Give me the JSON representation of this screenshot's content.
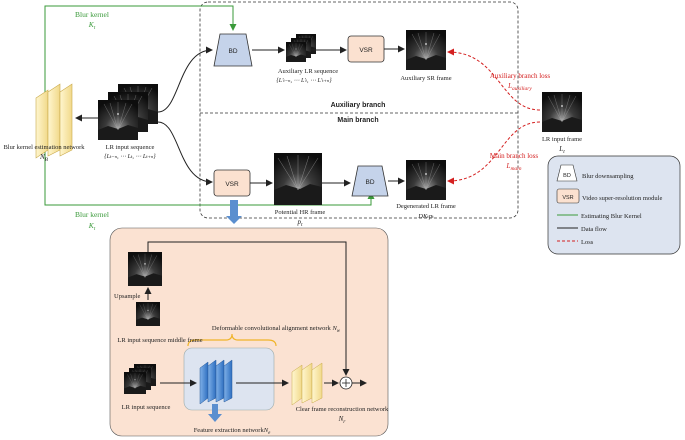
{
  "auxiliary": {
    "blur_kernel_label": "Blur kernel",
    "blur_kernel_sym": "K",
    "blur_kernel_sub": "t",
    "bd_label": "BD",
    "aux_lr_seq_label": "Auxiliary LR sequence",
    "aux_lr_seq_formula": "{L'ₜ₋ₙ, ⋯ L'ₜ, ⋯ L'ₜ₊ₙ}",
    "vsr_label": "VSR",
    "aux_sr_frame_label": "Auxiliary SR frame",
    "branch_title": "Auxiliary branch",
    "loss_label": "Auxiliary branch loss",
    "loss_sym": "L",
    "loss_sub": "auxiliary"
  },
  "main": {
    "branch_title": "Main branch",
    "blur_est_label": "Blur kernel estimation network",
    "blur_est_sym": "N",
    "blur_est_sub": "B",
    "lr_input_seq_label": "LR input sequence",
    "lr_input_seq_formula": "{Lₜ₋ₙ, ⋯ Lₜ, ⋯ Lₜ₊ₙ}",
    "vsr_label": "VSR",
    "potential_hr_label": "Potential HR frame",
    "potential_hr_sym": "p",
    "potential_hr_sub": "t",
    "bd_label": "BD",
    "degenerated_lr_label": "Degenerated LR frame",
    "degenerated_lr_formula": "DKₜpₜ",
    "blur_kernel_label": "Blur kernel",
    "blur_kernel_sym": "K",
    "blur_kernel_sub": "t",
    "loss_label": "Main branch loss",
    "loss_sym": "L",
    "loss_sub": "main",
    "lr_input_frame_label": "LR input frame",
    "lr_input_frame_sym": "L",
    "lr_input_frame_sub": "t"
  },
  "legend": {
    "bd_short": "BD",
    "bd_label": "Blur downsampling",
    "vsr_short": "VSR",
    "vsr_label": "Video super-resolution module",
    "estimating_label": "Estimating Blur Kernel",
    "dataflow_label": "Data flow",
    "loss_label": "Loss"
  },
  "vsr_detail": {
    "upsample_label": "Upsample",
    "middle_frame_label": "LR input sequence middle frame",
    "align_label": "Deformable convolutional alignment network",
    "align_sym": "N",
    "align_sub": "w",
    "lr_seq_label": "LR input sequence",
    "feature_label": "Feature extraction network",
    "feature_sym": "N",
    "feature_sub": "e",
    "recon_label": "Clear frame reconstruction network",
    "recon_sym": "N",
    "recon_sub": "r"
  },
  "colors": {
    "green": "#3a9a3a",
    "red": "#d42020",
    "bd_fill": "#c5d3ea",
    "vsr_fill": "#fbe1d0",
    "detail_bg": "#fbe2d2",
    "legend_bg": "#dde4f0",
    "blue_arrow": "#5b8fcf",
    "yellow": "#f6e7a8"
  }
}
